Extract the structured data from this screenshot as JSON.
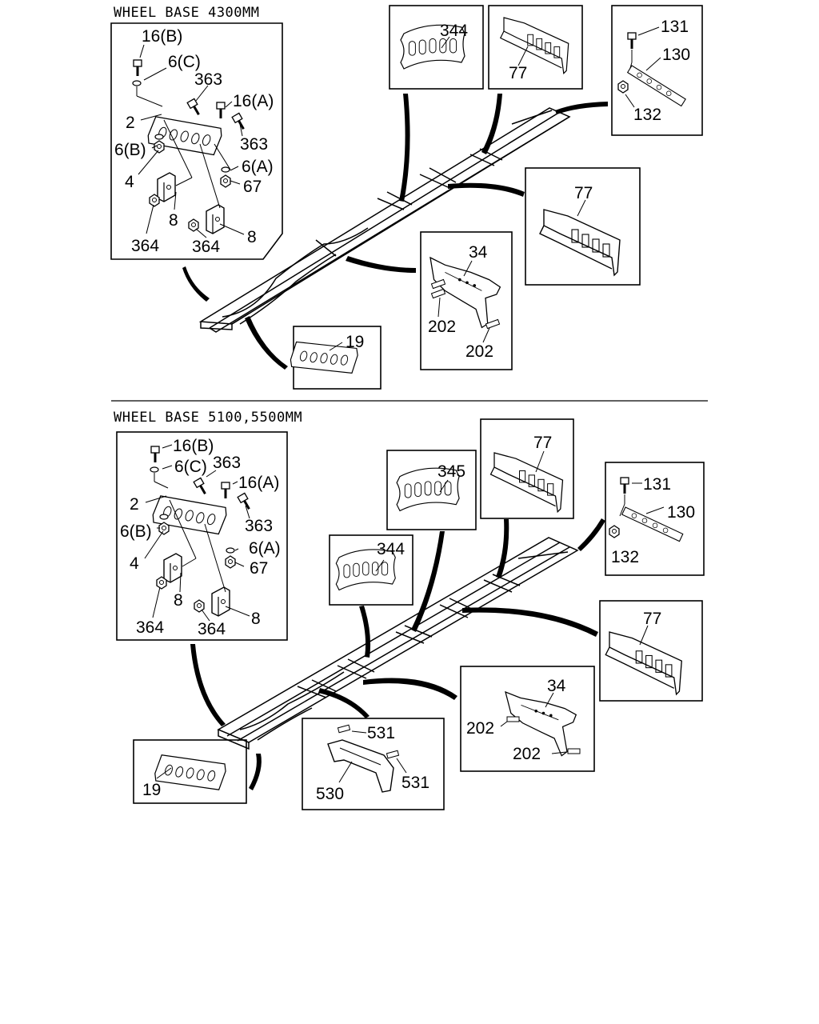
{
  "sections": [
    {
      "title": "WHEEL BASE 4300MM",
      "callouts": {
        "left": [
          "16(B)",
          "6(C)",
          "363",
          "16(A)",
          "2",
          "363",
          "6(B)",
          "6(A)",
          "4",
          "67",
          "8",
          "364",
          "364",
          "8"
        ],
        "p344": "344",
        "p77a": "77",
        "p131": "131",
        "p130": "130",
        "p132": "132",
        "p77b": "77",
        "p34": "34",
        "p202a": "202",
        "p202b": "202",
        "p19": "19"
      }
    },
    {
      "title": "WHEEL BASE 5100,5500MM",
      "callouts": {
        "left": [
          "16(B)",
          "6(C)",
          "363",
          "16(A)",
          "2",
          "363",
          "6(B)",
          "6(A)",
          "4",
          "67",
          "8",
          "364",
          "364",
          "8"
        ],
        "p345": "345",
        "p344": "344",
        "p77a": "77",
        "p131": "131",
        "p130": "130",
        "p132": "132",
        "p77b": "77",
        "p34": "34",
        "p202a": "202",
        "p202b": "202",
        "p19": "19",
        "p531a": "531",
        "p531b": "531",
        "p530": "530"
      }
    }
  ]
}
